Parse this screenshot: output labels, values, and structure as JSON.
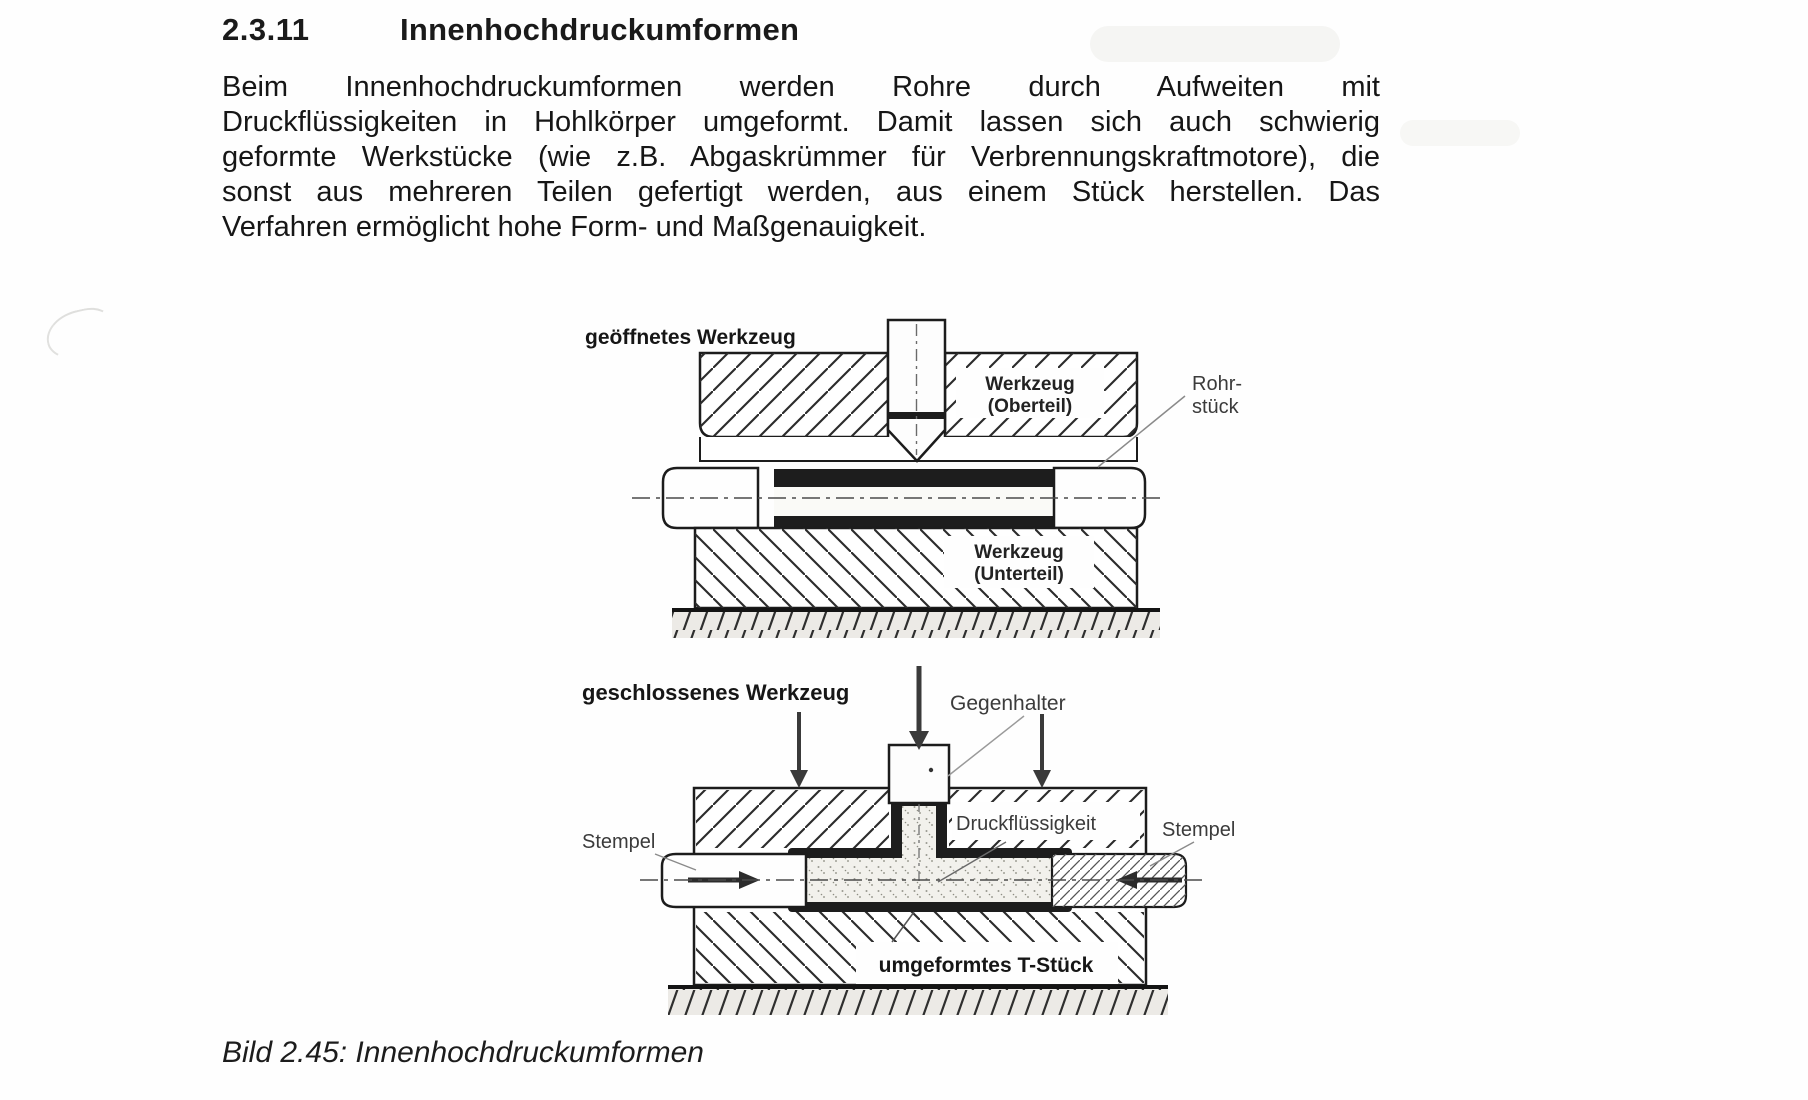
{
  "page": {
    "section_number": "2.3.11",
    "section_title": "Innenhochdruckumformen",
    "paragraph": {
      "lines": [
        "Beim Innenhochdruckumformen werden Rohre durch Aufweiten mit",
        "Druckflüssigkeiten in Hohlkörper umgeformt. Damit lassen sich auch schwierig",
        "geformte Werkstücke (wie z.B. Abgaskrümmer für Verbrennungskraftmotore), die",
        "sonst aus mehreren Teilen gefertigt werden, aus einem Stück herstellen. Das",
        "Verfahren ermöglicht hohe Form- und Maßgenauigkeit."
      ]
    },
    "caption": "Bild 2.45: Innenhochdruckumformen"
  },
  "figure": {
    "open_tool": {
      "label": "geöffnetes Werkzeug",
      "upper_die_line1": "Werkzeug",
      "upper_die_line2": "(Oberteil)",
      "tube_label_line1": "Rohr-",
      "tube_label_line2": "stück",
      "lower_die_line1": "Werkzeug",
      "lower_die_line2": "(Unterteil)"
    },
    "closed_tool": {
      "label": "geschlossenes Werkzeug",
      "counter_holder": "Gegenhalter",
      "punch_left": "Stempel",
      "pressure_fluid": "Druckflüssigkeit",
      "punch_right": "Stempel",
      "t_piece": "umgeformtes T-Stück"
    },
    "colors": {
      "ink": "#1c1c1c",
      "paper": "#fefefe",
      "dark_wall": "#1d1d1d"
    }
  }
}
